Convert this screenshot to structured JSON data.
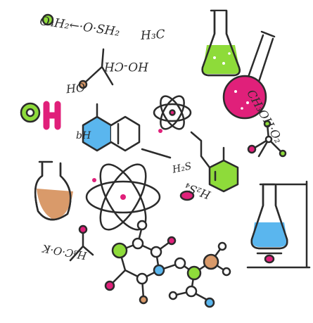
{
  "scene": {
    "labels": [
      "O₄H₂←·O·SH₂",
      "H₃C",
      "HO-CH",
      "HO",
      "CH₃OH·O₂",
      "H₂S",
      "H₂S₄",
      "H₃C·O·K",
      "bH"
    ],
    "colors": {
      "green": "#8edb3a",
      "magenta": "#e0207a",
      "blue": "#5ab6ee",
      "orange": "#d99a6a",
      "ink": "#2b2b2b"
    }
  }
}
